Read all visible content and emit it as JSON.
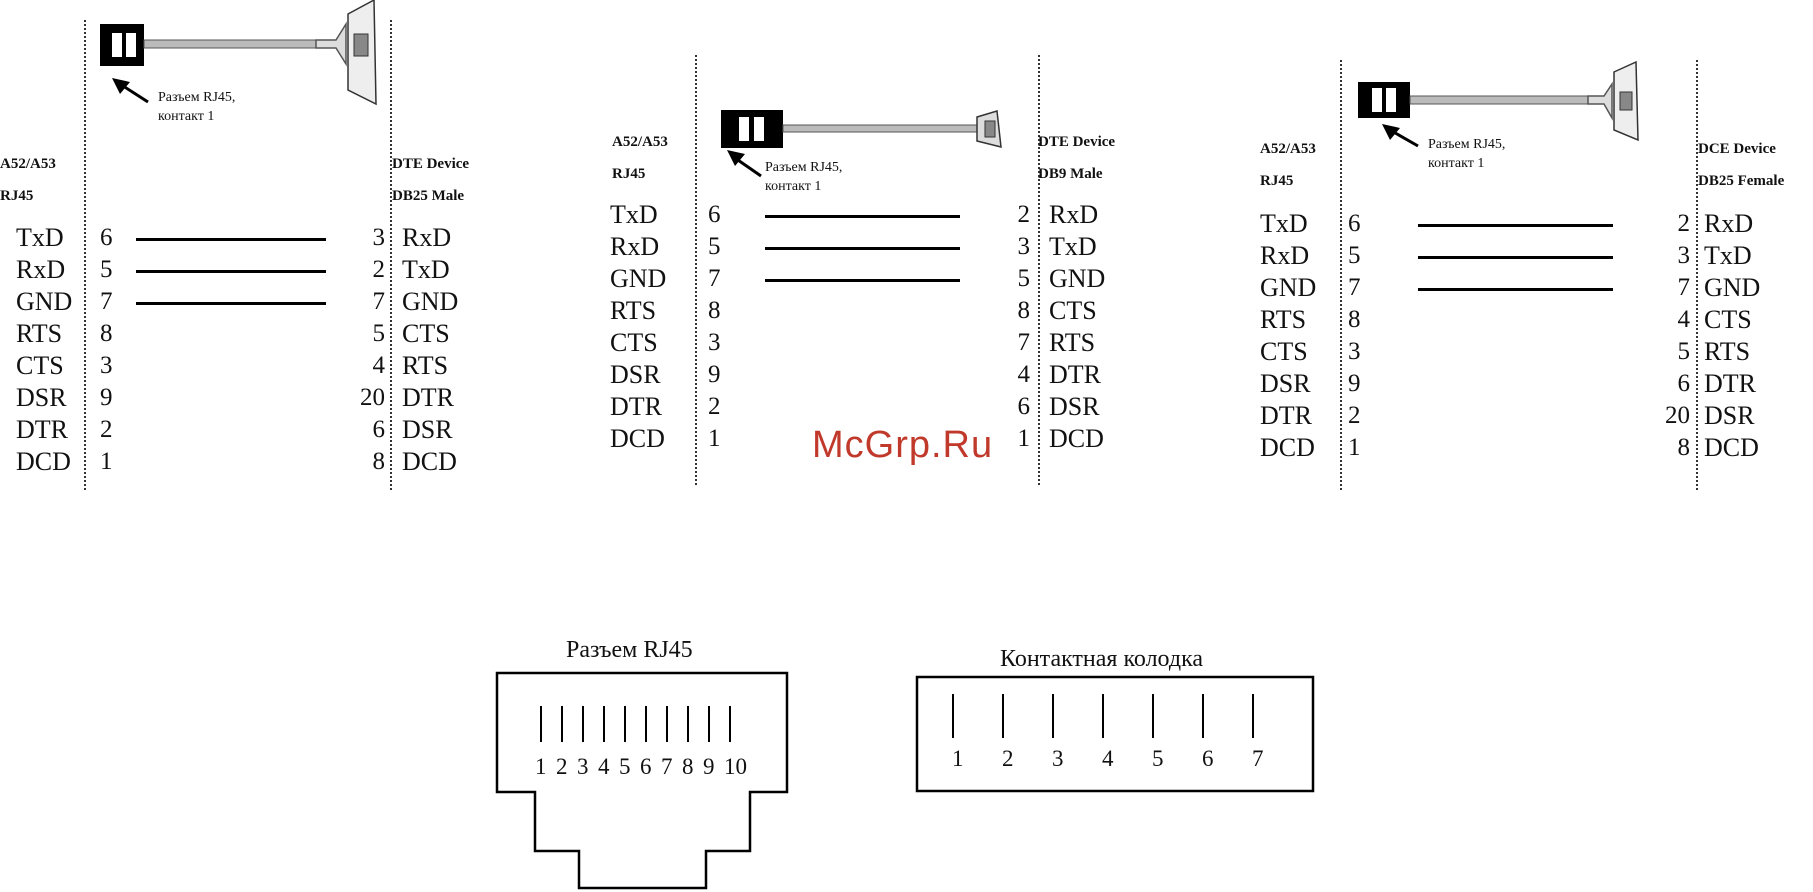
{
  "colors": {
    "ink": "#111111",
    "watermark": "#c0392b"
  },
  "panels": [
    {
      "left_header": {
        "line1": "A52/A53",
        "line2": "RJ45"
      },
      "right_header": {
        "line1": "DTE Device",
        "line2": "DB25 Male"
      },
      "connector_label": {
        "line1": "Разъем RJ45,",
        "line2": "контакт 1"
      },
      "rows": [
        {
          "signal": "TxD",
          "pin": "6",
          "rpin": "3",
          "rsignal": "RxD",
          "wire": true
        },
        {
          "signal": "RxD",
          "pin": "5",
          "rpin": "2",
          "rsignal": "TxD",
          "wire": true
        },
        {
          "signal": "GND",
          "pin": "7",
          "rpin": "7",
          "rsignal": "GND",
          "wire": true
        },
        {
          "signal": "RTS",
          "pin": "8",
          "rpin": "5",
          "rsignal": "CTS",
          "wire": false
        },
        {
          "signal": "CTS",
          "pin": "3",
          "rpin": "4",
          "rsignal": "RTS",
          "wire": false
        },
        {
          "signal": "DSR",
          "pin": "9",
          "rpin": "20",
          "rsignal": "DTR",
          "wire": false
        },
        {
          "signal": "DTR",
          "pin": "2",
          "rpin": "6",
          "rsignal": "DSR",
          "wire": false
        },
        {
          "signal": "DCD",
          "pin": "1",
          "rpin": "8",
          "rsignal": "DCD",
          "wire": false
        }
      ]
    },
    {
      "left_header": {
        "line1": "A52/A53",
        "line2": "RJ45"
      },
      "right_header": {
        "line1": "DTE Device",
        "line2": "DB9 Male"
      },
      "connector_label": {
        "line1": "Разъем RJ45,",
        "line2": "контакт 1"
      },
      "rows": [
        {
          "signal": "TxD",
          "pin": "6",
          "rpin": "2",
          "rsignal": "RxD",
          "wire": true
        },
        {
          "signal": "RxD",
          "pin": "5",
          "rpin": "3",
          "rsignal": "TxD",
          "wire": true
        },
        {
          "signal": "GND",
          "pin": "7",
          "rpin": "5",
          "rsignal": "GND",
          "wire": true
        },
        {
          "signal": "RTS",
          "pin": "8",
          "rpin": "8",
          "rsignal": "CTS",
          "wire": false
        },
        {
          "signal": "CTS",
          "pin": "3",
          "rpin": "7",
          "rsignal": "RTS",
          "wire": false
        },
        {
          "signal": "DSR",
          "pin": "9",
          "rpin": "4",
          "rsignal": "DTR",
          "wire": false
        },
        {
          "signal": "DTR",
          "pin": "2",
          "rpin": "6",
          "rsignal": "DSR",
          "wire": false
        },
        {
          "signal": "DCD",
          "pin": "1",
          "rpin": "1",
          "rsignal": "DCD",
          "wire": false
        }
      ]
    },
    {
      "left_header": {
        "line1": "A52/A53",
        "line2": "RJ45"
      },
      "right_header": {
        "line1": "DCE Device",
        "line2": "DB25 Female"
      },
      "connector_label": {
        "line1": "Разъем RJ45,",
        "line2": "контакт 1"
      },
      "rows": [
        {
          "signal": "TxD",
          "pin": "6",
          "rpin": "2",
          "rsignal": "RxD",
          "wire": true
        },
        {
          "signal": "RxD",
          "pin": "5",
          "rpin": "3",
          "rsignal": "TxD",
          "wire": true
        },
        {
          "signal": "GND",
          "pin": "7",
          "rpin": "7",
          "rsignal": "GND",
          "wire": true
        },
        {
          "signal": "RTS",
          "pin": "8",
          "rpin": "4",
          "rsignal": "CTS",
          "wire": false
        },
        {
          "signal": "CTS",
          "pin": "3",
          "rpin": "5",
          "rsignal": "RTS",
          "wire": false
        },
        {
          "signal": "DSR",
          "pin": "9",
          "rpin": "6",
          "rsignal": "DTR",
          "wire": false
        },
        {
          "signal": "DTR",
          "pin": "2",
          "rpin": "20",
          "rsignal": "DSR",
          "wire": false
        },
        {
          "signal": "DCD",
          "pin": "1",
          "rpin": "8",
          "rsignal": "DCD",
          "wire": false
        }
      ]
    }
  ],
  "watermark": "McGrp.Ru",
  "rj45_block": {
    "title": "Разъем RJ45",
    "pins": [
      "1",
      "2",
      "3",
      "4",
      "5",
      "6",
      "7",
      "8",
      "9",
      "10"
    ]
  },
  "terminal_block": {
    "title": "Контактная колодка",
    "pins": [
      "1",
      "2",
      "3",
      "4",
      "5",
      "6",
      "7"
    ]
  }
}
